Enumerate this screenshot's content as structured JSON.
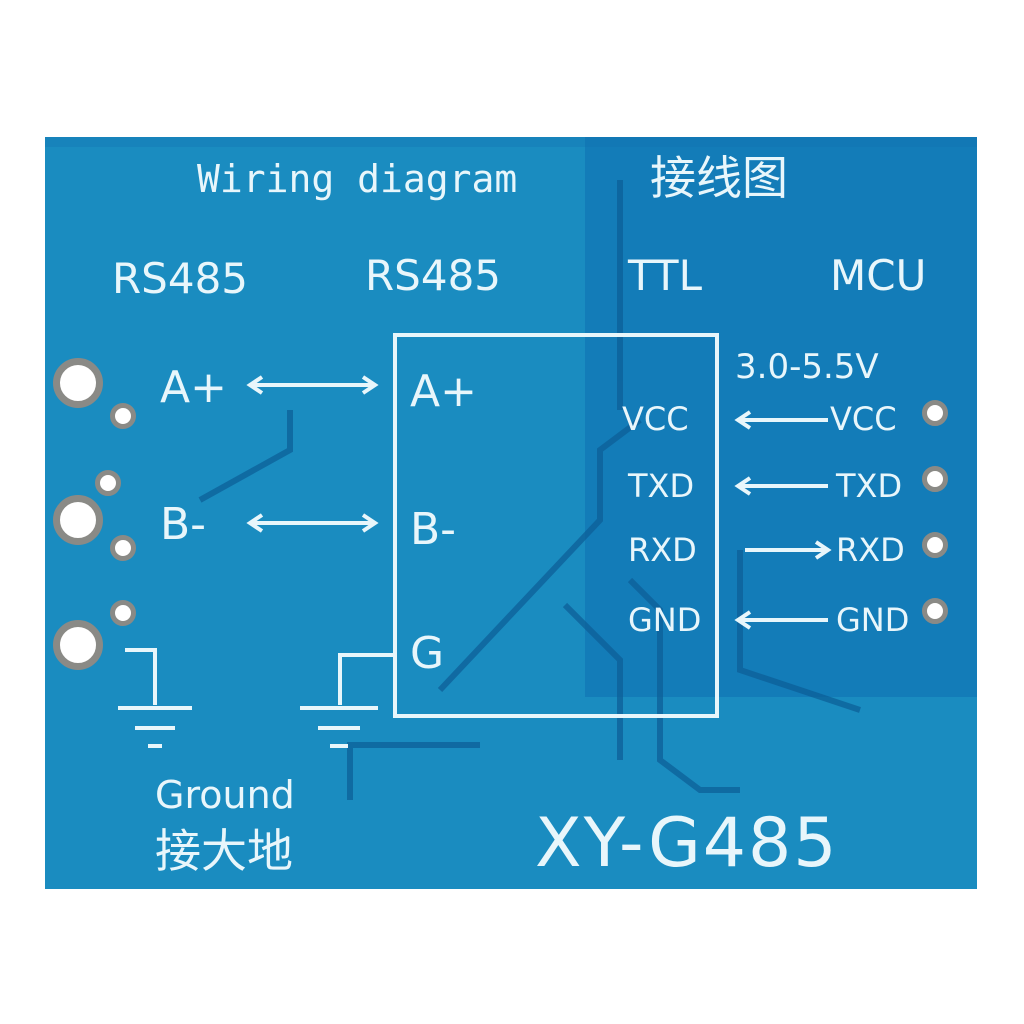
{
  "board": {
    "title_en": "Wiring diagram",
    "title_cn": "接线图",
    "model": "XY-G485",
    "headers": [
      "RS485",
      "RS485",
      "TTL",
      "MCU"
    ],
    "voltage": "3.0-5.5V",
    "rs485_side": {
      "left_labels": [
        "A+",
        "B-"
      ],
      "box_labels": [
        "A+",
        "B-",
        "G"
      ]
    },
    "ttl_pins": [
      "VCC",
      "TXD",
      "RXD",
      "GND"
    ],
    "mcu_pins": [
      "VCC",
      "TXD",
      "RXD",
      "GND"
    ],
    "ground_en": "Ground",
    "ground_cn": "接大地"
  }
}
